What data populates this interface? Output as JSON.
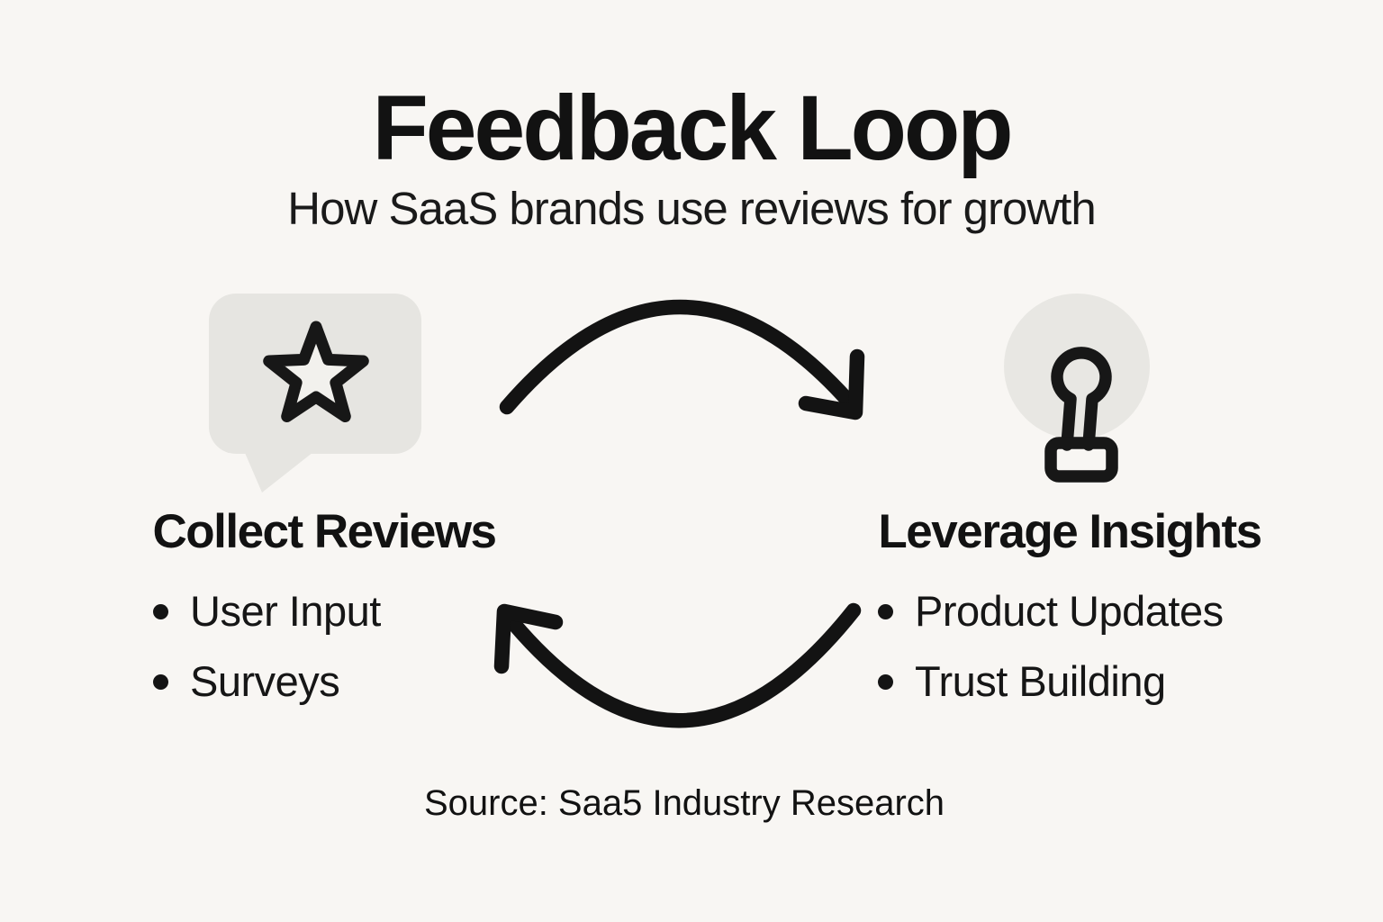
{
  "title": "Feedback Loop",
  "subtitle": "How SaaS brands use reviews for growth",
  "nodes": {
    "left": {
      "heading": "Collect Reviews",
      "items": [
        "User Input",
        "Surveys"
      ],
      "icon": "star-review-speech-bubble-icon"
    },
    "right": {
      "heading": "Leverage Insights",
      "items": [
        "Product Updates",
        "Trust Building"
      ],
      "icon": "lightbulb-icon"
    }
  },
  "arrows": [
    {
      "name": "top-arrow",
      "from": "Collect Reviews",
      "to": "Leverage Insights",
      "direction": "left-to-right"
    },
    {
      "name": "bottom-arrow",
      "from": "Leverage Insights",
      "to": "Collect Reviews",
      "direction": "right-to-left"
    }
  ],
  "source_note": "Source: Saa5 Industry Research",
  "colors": {
    "background": "#f8f6f3",
    "ink": "#141414",
    "bubble_fill": "#e6e5e1",
    "glow_fill": "#e8e7e3",
    "star_inner_fill": "#f2f1ed"
  }
}
